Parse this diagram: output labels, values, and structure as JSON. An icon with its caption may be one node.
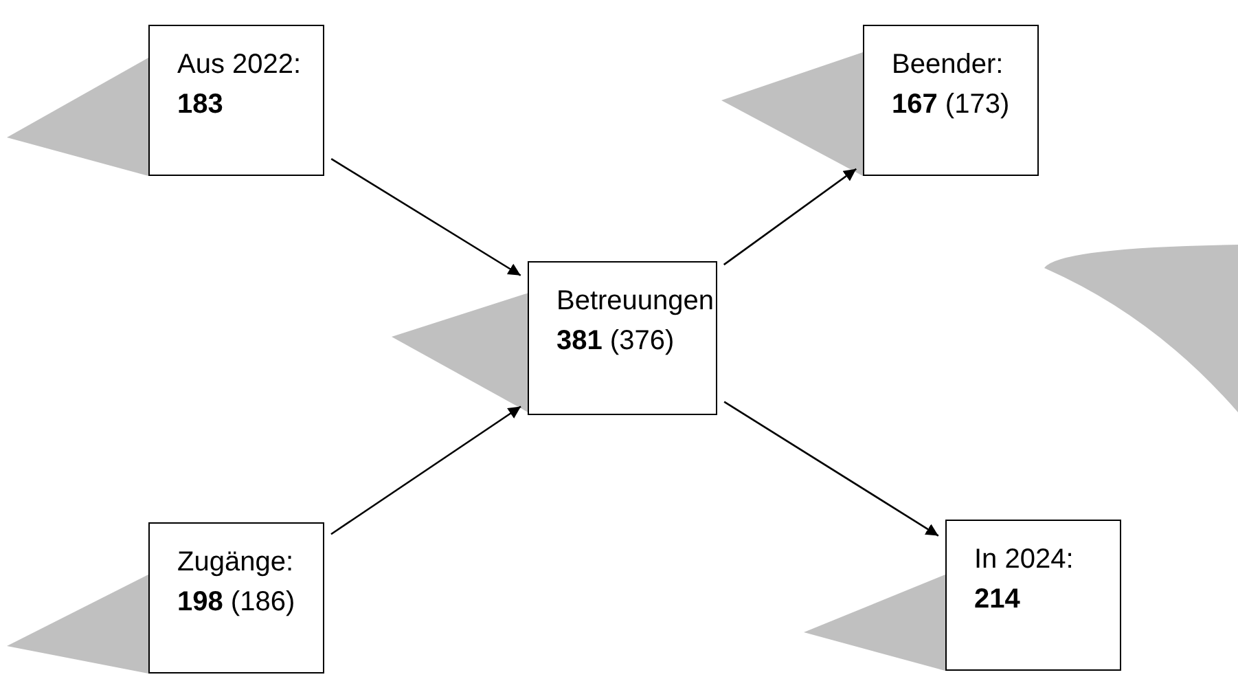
{
  "diagram": {
    "nodes": [
      {
        "text": [
          "Aus 2022: **183**"
        ]
      },
      {
        "text": [
          "Beender: **167** (173)"
        ]
      },
      {
        "text": [
          "Betreuungen **381** (376)"
        ]
      },
      {
        "text": [
          "Zugänge: **198** (186)"
        ]
      },
      {
        "text": [
          "In 2024: **214**"
        ]
      }
    ],
    "edges": [
      {
        "from": 0,
        "to": 2,
        "arrow": "to"
      },
      {
        "from": 2,
        "to": 1,
        "arrow": "to"
      },
      {
        "from": 3,
        "to": 2,
        "arrow": "to"
      },
      {
        "from": 2,
        "to": 4,
        "arrow": "to"
      }
    ]
  }
}
